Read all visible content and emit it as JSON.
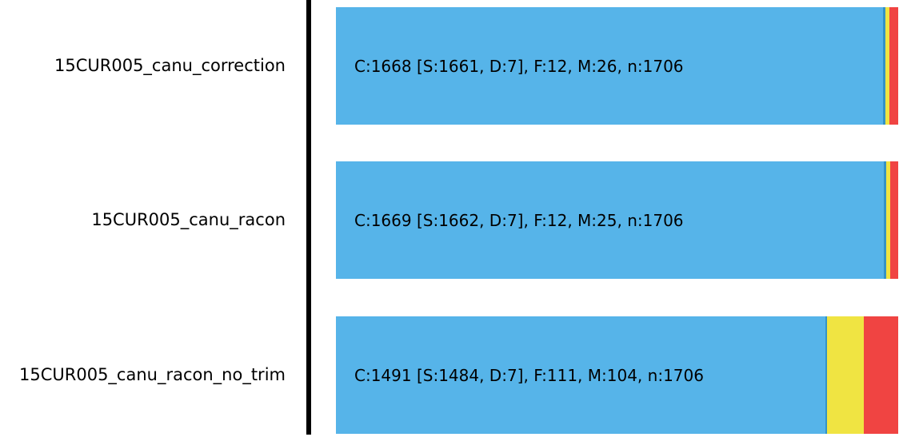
{
  "chart_data": {
    "type": "bar",
    "orientation": "horizontal",
    "stacked": true,
    "title": "",
    "xlabel": "",
    "ylabel": "",
    "xlim": [
      0,
      1706
    ],
    "grid": false,
    "legend_position": "none",
    "total_per_row": 1706,
    "categories": [
      "15CUR005_canu_correction",
      "15CUR005_canu_racon",
      "15CUR005_canu_racon_no_trim"
    ],
    "series": [
      {
        "name": "S",
        "color": "#56B4E9",
        "values": [
          1661,
          1662,
          1484
        ]
      },
      {
        "name": "D",
        "color": "#3492C7",
        "values": [
          7,
          7,
          7
        ]
      },
      {
        "name": "F",
        "color": "#F0E442",
        "values": [
          12,
          12,
          111
        ]
      },
      {
        "name": "M",
        "color": "#F04442",
        "values": [
          26,
          25,
          104
        ]
      }
    ],
    "colors": {
      "s": "#56B4E9",
      "d": "#3492C7",
      "f": "#F0E442",
      "m": "#F04442",
      "axis": "#000000",
      "text": "#000000",
      "background": "#ffffff"
    },
    "rows": [
      {
        "label": "15CUR005_canu_correction",
        "annotation": "C:1668 [S:1661, D:7], F:12, M:26, n:1706",
        "s": 1661,
        "d": 7,
        "f": 12,
        "m": 26,
        "n": 1706
      },
      {
        "label": "15CUR005_canu_racon",
        "annotation": "C:1669 [S:1662, D:7], F:12, M:25, n:1706",
        "s": 1662,
        "d": 7,
        "f": 12,
        "m": 25,
        "n": 1706
      },
      {
        "label": "15CUR005_canu_racon_no_trim",
        "annotation": "C:1491 [S:1484, D:7], F:111, M:104, n:1706",
        "s": 1484,
        "d": 7,
        "f": 111,
        "m": 104,
        "n": 1706
      }
    ]
  }
}
